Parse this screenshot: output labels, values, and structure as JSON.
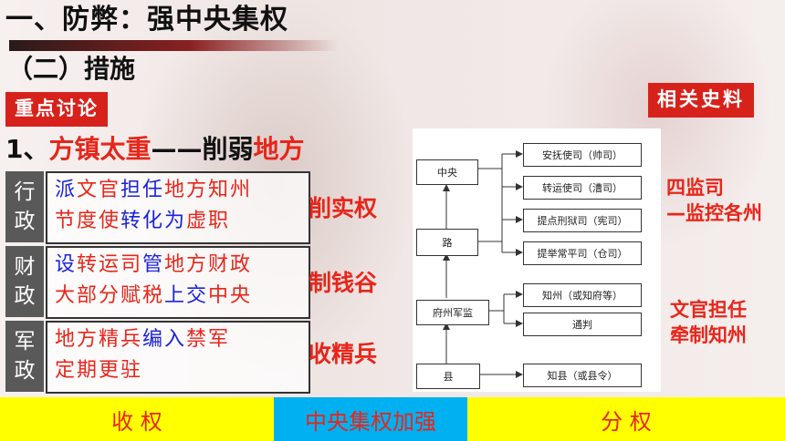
{
  "title": "一、防弊：强中央集权",
  "subtitle": "（二）措施",
  "tags": {
    "key_discussion": "重点讨论",
    "historical_materials": "相关史料"
  },
  "point": {
    "number": "1、",
    "part1": "方镇太重",
    "dash": "——削弱",
    "part2": "地方"
  },
  "rows": [
    {
      "label1": "行",
      "label2": "政",
      "line1": [
        {
          "t": "派",
          "c": "blue"
        },
        {
          "t": "文官",
          "c": "red"
        },
        {
          "t": "担任",
          "c": "blue"
        },
        {
          "t": "地方知州",
          "c": "red"
        }
      ],
      "line2": [
        {
          "t": "节度使",
          "c": "red"
        },
        {
          "t": "转化为",
          "c": "blue"
        },
        {
          "t": "虚职",
          "c": "red"
        }
      ],
      "effect": "削实权"
    },
    {
      "label1": "财",
      "label2": "政",
      "line1": [
        {
          "t": "设",
          "c": "blue"
        },
        {
          "t": "转运司",
          "c": "red"
        },
        {
          "t": "管",
          "c": "blue"
        },
        {
          "t": "地方财政",
          "c": "red"
        }
      ],
      "line2": [
        {
          "t": "大部分赋税",
          "c": "red"
        },
        {
          "t": "上交",
          "c": "blue"
        },
        {
          "t": "中央",
          "c": "red"
        }
      ],
      "effect": "制钱谷"
    },
    {
      "label1": "军",
      "label2": "政",
      "line1": [
        {
          "t": "地方精兵",
          "c": "red"
        },
        {
          "t": "编入",
          "c": "blue"
        },
        {
          "t": "禁军",
          "c": "red"
        }
      ],
      "line2": [
        {
          "t": "定期更驻",
          "c": "red"
        }
      ],
      "effect": "收精兵"
    }
  ],
  "diagram": {
    "central": "中央",
    "lu": "路",
    "fuzhou": "府州军监",
    "xian": "县",
    "lu_offices": [
      "安抚使司（帅司）",
      "转运使司（漕司）",
      "提点刑狱司（宪司）",
      "提举常平司（仓司）"
    ],
    "fu_offices": [
      "知州（或知府等）",
      "通判"
    ],
    "xian_offices": [
      "知县（或县令）"
    ]
  },
  "notes": {
    "four_offices_line1": "四监司",
    "four_offices_line2": "—监控各州",
    "civil_line1": "文官担任",
    "civil_line2": "牵制知州"
  },
  "bottom": {
    "left": "收    权",
    "middle": "中央集权加强",
    "right": "分    权"
  },
  "colors": {
    "red": "#e8251a",
    "blue": "#1b22d9",
    "tag_bg": "#d7221c",
    "bar_yellow": "#ffff00",
    "bar_blue": "#00b0f0",
    "label_gray": "#595959"
  }
}
